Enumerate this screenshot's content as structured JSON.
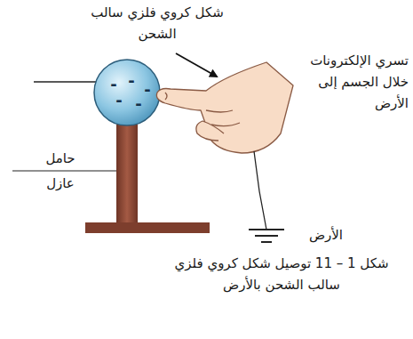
{
  "diagram": {
    "caption": "شكل 1 – 11 توصيل شكل كروي فلزي سالب الشحن بالأرض",
    "labels": [
      "شكل كروي فلزي سالب الشحن",
      "تسري الإلكترونات خلال الجسم إلى الأرض",
      "حامل عازل",
      "الأرض",
      "-",
      "-",
      "-",
      "-",
      "-"
    ]
  }
}
